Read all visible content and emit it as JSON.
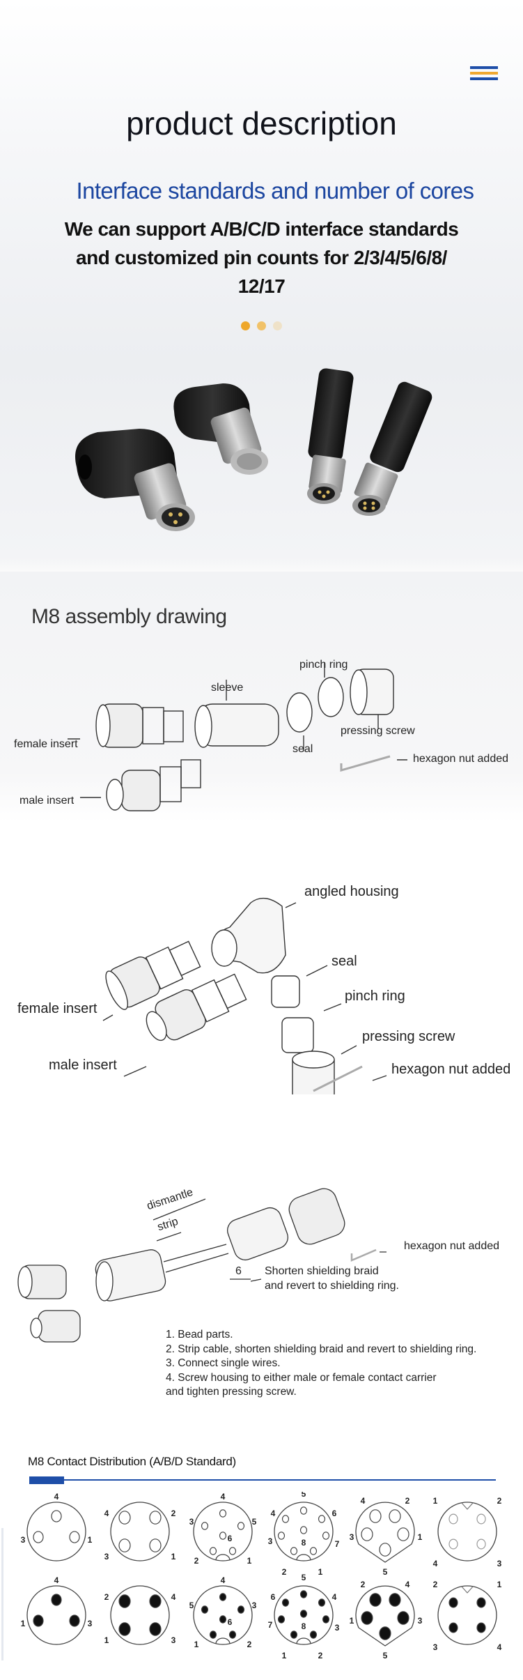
{
  "header": {
    "menu_icon": "hamburger-menu-icon",
    "menu_colors": [
      "#1e4ea8",
      "#f0a830",
      "#1e4ea8"
    ]
  },
  "hero": {
    "title": "product description",
    "subtitle": "Interface standards and number of cores",
    "body_lines": [
      "We can support A/B/C/D interface standards",
      "and customized pin counts for 2/3/4/5/6/8/",
      "12/17"
    ],
    "carousel_dots": 3,
    "carousel_active": 1,
    "dot_colors": [
      "#eea72a",
      "#f1c268",
      "#efe2c8"
    ]
  },
  "assembly": {
    "title": "M8 assembly drawing",
    "labels": {
      "pinch_ring": "pinch ring",
      "sleeve": "sleeve",
      "pressing_screw": "pressing screw",
      "seal": "seal",
      "female_insert": "female insert",
      "hexagon_nut": "hexagon nut added",
      "male_insert": "male insert"
    }
  },
  "angled": {
    "labels": {
      "angled_housing": "angled housing",
      "seal": "seal",
      "pinch_ring": "pinch ring",
      "female_insert": "female insert",
      "pressing_screw": "pressing screw",
      "male_insert": "male insert",
      "hexagon_nut": "hexagon nut added"
    }
  },
  "wiring": {
    "dismantle": "dismantle",
    "strip": "strip",
    "hexagon_nut": "hexagon nut added",
    "dimension": "6",
    "note_lines": [
      "Shorten shielding braid",
      "and revert to shielding ring."
    ],
    "steps": [
      "1. Bead parts.",
      "2. Strip cable, shorten shielding braid and revert to shielding ring.",
      "3. Connect single wires.",
      "4. Screw housing to either male or female contact carrier",
      "and tighten pressing screw."
    ]
  },
  "contacts": {
    "title": "M8 Contact Distribution (A/B/D Standard)",
    "accent": "#1e4ea8",
    "female_row": [
      {
        "pins": 3,
        "labels": [
          "4",
          "3",
          "1"
        ]
      },
      {
        "pins": 4,
        "labels": [
          "4",
          "2",
          "3",
          "1"
        ]
      },
      {
        "pins": 6,
        "labels": [
          "4",
          "3",
          "5",
          "6",
          "2",
          "1"
        ]
      },
      {
        "pins": 8,
        "labels": [
          "5",
          "4",
          "6",
          "3",
          "8",
          "7",
          "2",
          "1"
        ]
      },
      {
        "pins": 5,
        "labels": [
          "4",
          "2",
          "3",
          "1",
          "5"
        ]
      },
      {
        "pins": "4D",
        "labels": [
          "1",
          "2",
          "4",
          "3"
        ]
      }
    ],
    "male_row": [
      {
        "pins": 3,
        "labels": [
          "4",
          "1",
          "3"
        ]
      },
      {
        "pins": 4,
        "labels": [
          "2",
          "4",
          "1",
          "3"
        ]
      },
      {
        "pins": 6,
        "labels": [
          "4",
          "5",
          "3",
          "6",
          "1",
          "2"
        ]
      },
      {
        "pins": 8,
        "labels": [
          "5",
          "6",
          "4",
          "7",
          "8",
          "3",
          "1",
          "2"
        ]
      },
      {
        "pins": 5,
        "labels": [
          "2",
          "4",
          "1",
          "3",
          "5"
        ]
      },
      {
        "pins": "4D",
        "labels": [
          "2",
          "1",
          "3",
          "4"
        ]
      }
    ]
  }
}
